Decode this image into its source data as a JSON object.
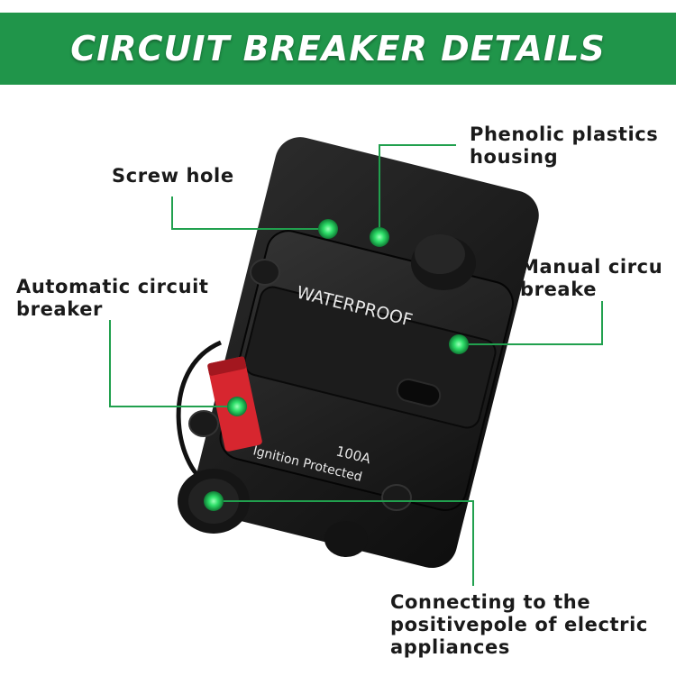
{
  "header": {
    "title": "CIRCUIT BREAKER DETAILS"
  },
  "colors": {
    "banner": "#20954a",
    "leader": "#21a04e",
    "dot": "#2fe06a",
    "housing": "#1b1b1b",
    "lever": "#d7262f"
  },
  "callouts": {
    "screw_hole": "Screw hole",
    "housing": "Phenolic plastics\nhousing",
    "manual": "Manual circu\nbreake",
    "automatic": "Automatic circuit\nbreaker",
    "connecting": "Connecting to the\npositivepole of electric\nappliances"
  },
  "product": {
    "waterproof": "WATERPROOF",
    "rating": "100A",
    "ignition": "Ignition Protected"
  }
}
